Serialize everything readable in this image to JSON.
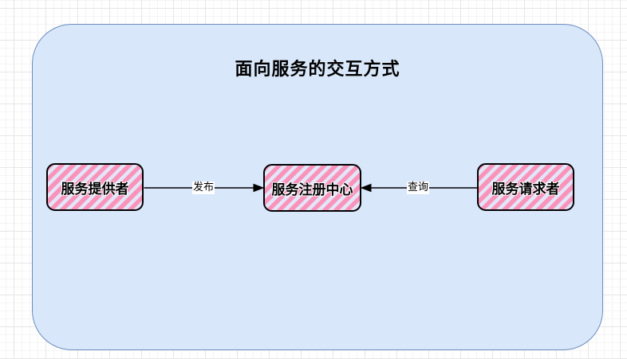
{
  "diagram": {
    "title": "面向服务的交互方式",
    "nodes": [
      {
        "id": "service-provider",
        "label": "服务提供者"
      },
      {
        "id": "service-registry",
        "label": "服务注册中心"
      },
      {
        "id": "service-requester",
        "label": "服务请求者"
      }
    ],
    "edges": [
      {
        "id": "publish",
        "label": "发布",
        "from": "service-provider",
        "to": "service-registry",
        "arrow_direction": "right"
      },
      {
        "id": "query",
        "label": "查询",
        "from": "service-requester",
        "to": "service-registry",
        "arrow_direction": "left"
      }
    ]
  },
  "colors": {
    "canvas_bg": "#ffffff",
    "grid_minor": "#f4f4f4",
    "grid_major": "#e6e6e6",
    "container_fill": "#d9e7fa",
    "container_stroke": "#6c8ebf",
    "node_stripe": "#fa93ba",
    "node_stripe_gap": "#e2e6f8",
    "node_border": "#000000",
    "arrow": "#000000",
    "text": "#000000"
  }
}
